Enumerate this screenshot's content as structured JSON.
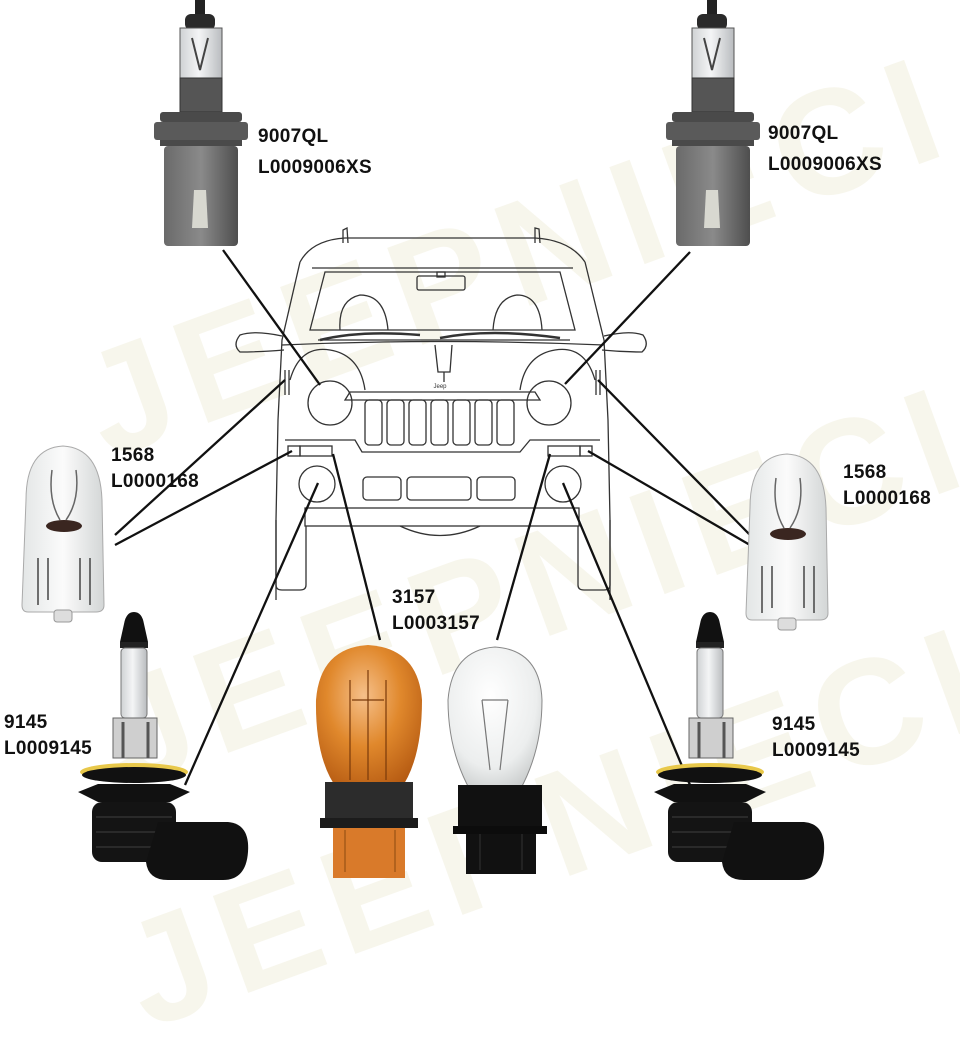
{
  "diagram": {
    "subject": "Jeep front view bulb diagram",
    "watermark_text": "JEEPNIECI.PL",
    "car_badge": "Jeep",
    "colors": {
      "background": "#ffffff",
      "line": "#111111",
      "car_outline": "#333333",
      "watermark": "#dcd7aa",
      "amber_bulb": "#e08a2c",
      "black_base": "#111111",
      "gray_base": "#5a5a5a",
      "yellow_seal": "#e8c84a"
    },
    "bulbs": [
      {
        "id": "headlight-left",
        "type": "9007 headlight",
        "code": "9007QL",
        "part": "L0009006XS"
      },
      {
        "id": "headlight-right",
        "type": "9007 headlight",
        "code": "9007QL",
        "part": "L0009006XS"
      },
      {
        "id": "side-left",
        "type": "wedge bulb",
        "code": "1568",
        "part": "L0000168"
      },
      {
        "id": "side-right",
        "type": "wedge bulb",
        "code": "1568",
        "part": "L0000168"
      },
      {
        "id": "turn-signal",
        "type": "3157 amber and clear",
        "code": "3157",
        "part": "L0003157"
      },
      {
        "id": "fog-left",
        "type": "9145 fog",
        "code": "9145",
        "part": "L0009145"
      },
      {
        "id": "fog-right",
        "type": "9145 fog",
        "code": "9145",
        "part": "L0009145"
      }
    ]
  }
}
